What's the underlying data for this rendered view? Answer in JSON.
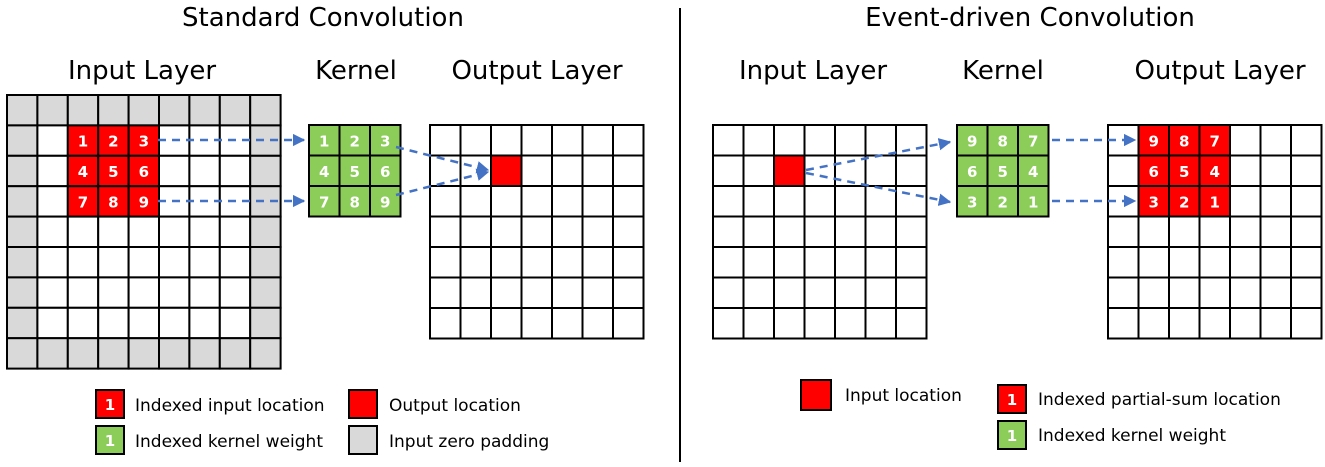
{
  "colors": {
    "red": "#ff0000",
    "green": "#8ccd5a",
    "gray": "#d9d9d9",
    "white": "#ffffff",
    "arrow": "#4472c4",
    "stroke": "#000000"
  },
  "left": {
    "title": "Standard Convolution",
    "input_label": "Input Layer",
    "kernel_label": "Kernel",
    "output_label": "Output Layer",
    "kernel_values": [
      "1",
      "2",
      "3",
      "4",
      "5",
      "6",
      "7",
      "8",
      "9"
    ],
    "input_patch_values": [
      "1",
      "2",
      "3",
      "4",
      "5",
      "6",
      "7",
      "8",
      "9"
    ]
  },
  "right": {
    "title": "Event-driven Convolution",
    "input_label": "Input Layer",
    "kernel_label": "Kernel",
    "output_label": "Output Layer",
    "kernel_values": [
      "9",
      "8",
      "7",
      "6",
      "5",
      "4",
      "3",
      "2",
      "1"
    ],
    "output_patch_values": [
      "9",
      "8",
      "7",
      "6",
      "5",
      "4",
      "3",
      "2",
      "1"
    ]
  },
  "legend_left": {
    "indexed_input_location": {
      "sample": "1",
      "label": "Indexed input location"
    },
    "output_location": {
      "label": "Output location"
    },
    "indexed_kernel_weight": {
      "sample": "1",
      "label": "Indexed kernel weight"
    },
    "input_zero_padding": {
      "label": "Input zero padding"
    }
  },
  "legend_right": {
    "input_location": {
      "label": "Input location"
    },
    "indexed_partial_sum_location": {
      "sample": "1",
      "label": "Indexed partial-sum location"
    },
    "indexed_kernel_weight": {
      "sample": "1",
      "label": "Indexed kernel weight"
    }
  }
}
